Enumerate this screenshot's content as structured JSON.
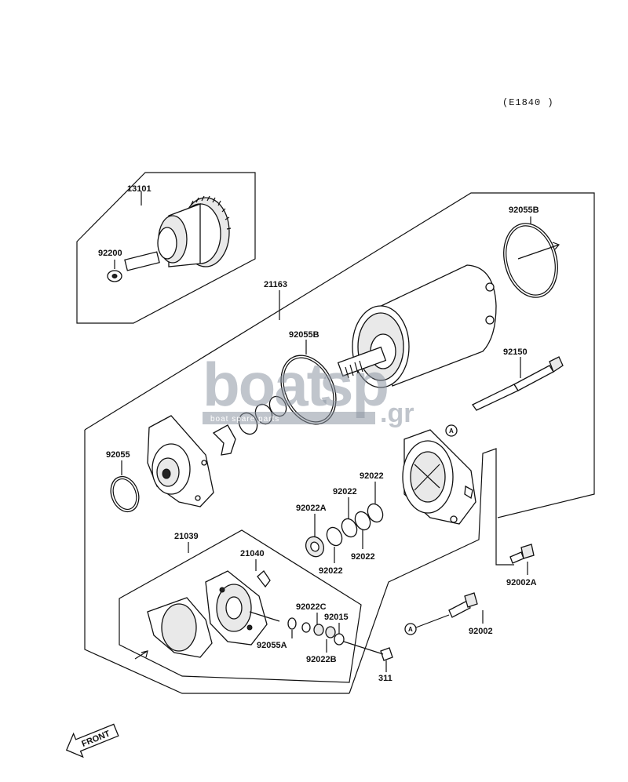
{
  "diagram": {
    "code": "(E1840 )",
    "watermark": {
      "brand_main": "boat",
      "brand_accent": "sp",
      "domain_suffix": ".gr",
      "tagline": "boat spare parts"
    },
    "front_label": "FRONT",
    "ref_marker": "A",
    "parts": [
      {
        "id": "p13101",
        "number": "13101"
      },
      {
        "id": "p92200",
        "number": "92200"
      },
      {
        "id": "p21163",
        "number": "21163"
      },
      {
        "id": "p92055B_top",
        "number": "92055B"
      },
      {
        "id": "p92055B_mid",
        "number": "92055B"
      },
      {
        "id": "p92150",
        "number": "92150"
      },
      {
        "id": "p92055",
        "number": "92055"
      },
      {
        "id": "p92022_a",
        "number": "92022"
      },
      {
        "id": "p92022_b",
        "number": "92022"
      },
      {
        "id": "p92022A",
        "number": "92022A"
      },
      {
        "id": "p92022_c",
        "number": "92022"
      },
      {
        "id": "p92022_d",
        "number": "92022"
      },
      {
        "id": "p21039",
        "number": "21039"
      },
      {
        "id": "p21040",
        "number": "21040"
      },
      {
        "id": "p92022C",
        "number": "92022C"
      },
      {
        "id": "p92015",
        "number": "92015"
      },
      {
        "id": "p92055A",
        "number": "92055A"
      },
      {
        "id": "p92022B",
        "number": "92022B"
      },
      {
        "id": "p311",
        "number": "311"
      },
      {
        "id": "p92002A",
        "number": "92002A"
      },
      {
        "id": "p92002",
        "number": "92002"
      }
    ]
  }
}
